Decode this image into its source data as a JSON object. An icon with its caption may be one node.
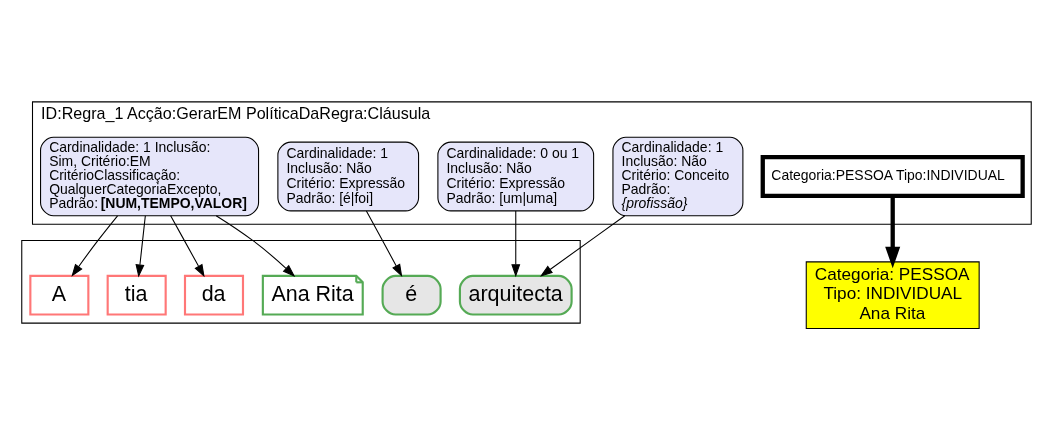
{
  "diagram": {
    "nodes": [
      {
        "text": [
          "ID:Regra_1 Acção:GerarEM PolíticaDaRegra:Cláusula"
        ]
      },
      {
        "text": [
          "Categoria:PESSOA Tipo:INDIVIDUAL"
        ],
        "in": 0
      },
      {
        "text": [
          "Cardinalidade: 1 Inclusão: Sim, Critério:EM CritérioClassificação: QualquerCategoriaExcepto, Padrão:**[NUM,TEMPO,VALOR]**"
        ],
        "in": 0
      },
      {
        "text": [
          "Cardinalidade: 1 Inclusão: Não Critério: Expressão Padrão: [é|foi]"
        ],
        "in": 0
      },
      {
        "text": [
          "Cardinalidade: 0 ou 1 Inclusão: Não Critério: Expressão Padrão: [um|uma]"
        ],
        "in": 0
      },
      {
        "text": [
          "Cardinalidade: 1 Inclusão: Não Critério: Conceito Padrão: *{profissão}*"
        ],
        "in": 0
      },
      {
        "text": [],
        "shape": "box"
      },
      {
        "text": [
          "A"
        ],
        "in": 6
      },
      {
        "text": [
          "tia"
        ],
        "in": 6
      },
      {
        "text": [
          "da"
        ],
        "in": 6
      },
      {
        "text": [
          "Ana Rita"
        ],
        "in": 6
      },
      {
        "text": [
          "é"
        ],
        "in": 6
      },
      {
        "text": [
          "arquitecta"
        ],
        "in": 6
      },
      {
        "text": [
          "Categoria: PESSOA",
          "Tipo: INDIVIDUAL",
          "Ana Rita"
        ]
      }
    ],
    "edges": [
      {
        "from": 2,
        "to": 7,
        "arrow": "to"
      },
      {
        "from": 2,
        "to": 8,
        "arrow": "to"
      },
      {
        "from": 2,
        "to": 9,
        "arrow": "to"
      },
      {
        "from": 2,
        "to": 10,
        "arrow": "to"
      },
      {
        "from": 3,
        "to": 11,
        "arrow": "to"
      },
      {
        "from": 4,
        "to": 12,
        "arrow": "to"
      },
      {
        "from": 5,
        "to": 12,
        "arrow": "to"
      },
      {
        "from": 1,
        "to": 13,
        "arrow": "to",
        "style": "thick"
      }
    ]
  }
}
